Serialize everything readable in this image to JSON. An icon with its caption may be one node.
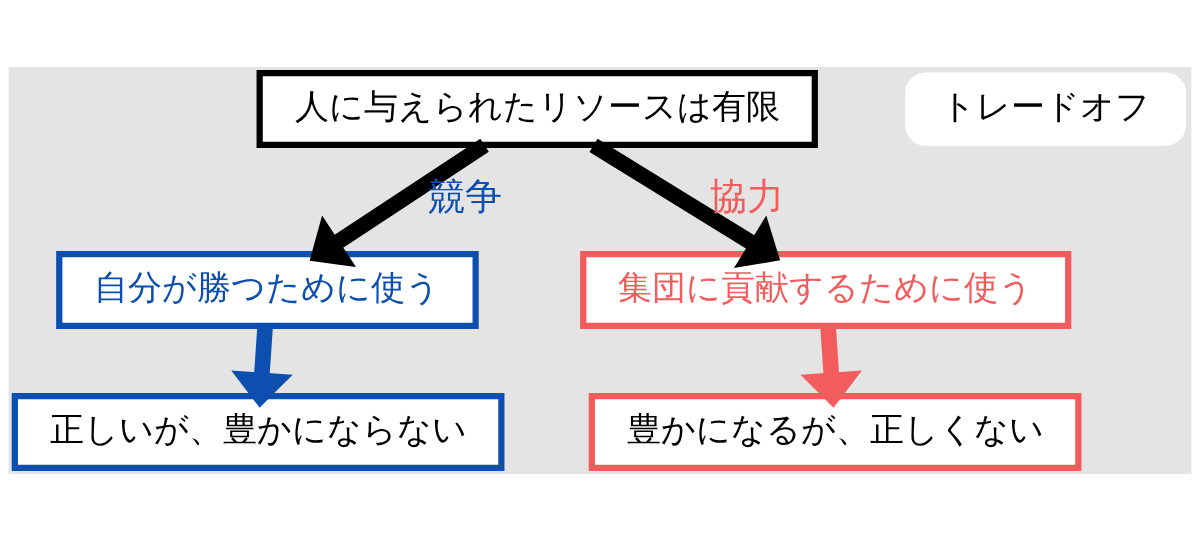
{
  "diagram": {
    "nodes": [
      {
        "text": [
          "人に与えられたリソースは有限"
        ]
      },
      {
        "text": [
          "トレードオフ"
        ]
      },
      {
        "text": [
          "自分が勝つために使う"
        ]
      },
      {
        "text": [
          "集団に貢献するために使う"
        ]
      },
      {
        "text": [
          "正しいが、豊かにならない"
        ]
      },
      {
        "text": [
          "豊かになるが、正しくない"
        ]
      }
    ],
    "edges": [
      {
        "from": 0,
        "to": 2,
        "arrow": "to",
        "label": "競争"
      },
      {
        "from": 0,
        "to": 3,
        "arrow": "to",
        "label": "協力"
      },
      {
        "from": 2,
        "to": 4,
        "arrow": "to",
        "color": "#0d4faf"
      },
      {
        "from": 3,
        "to": 5,
        "arrow": "to",
        "color": "#f25c5c"
      }
    ]
  }
}
